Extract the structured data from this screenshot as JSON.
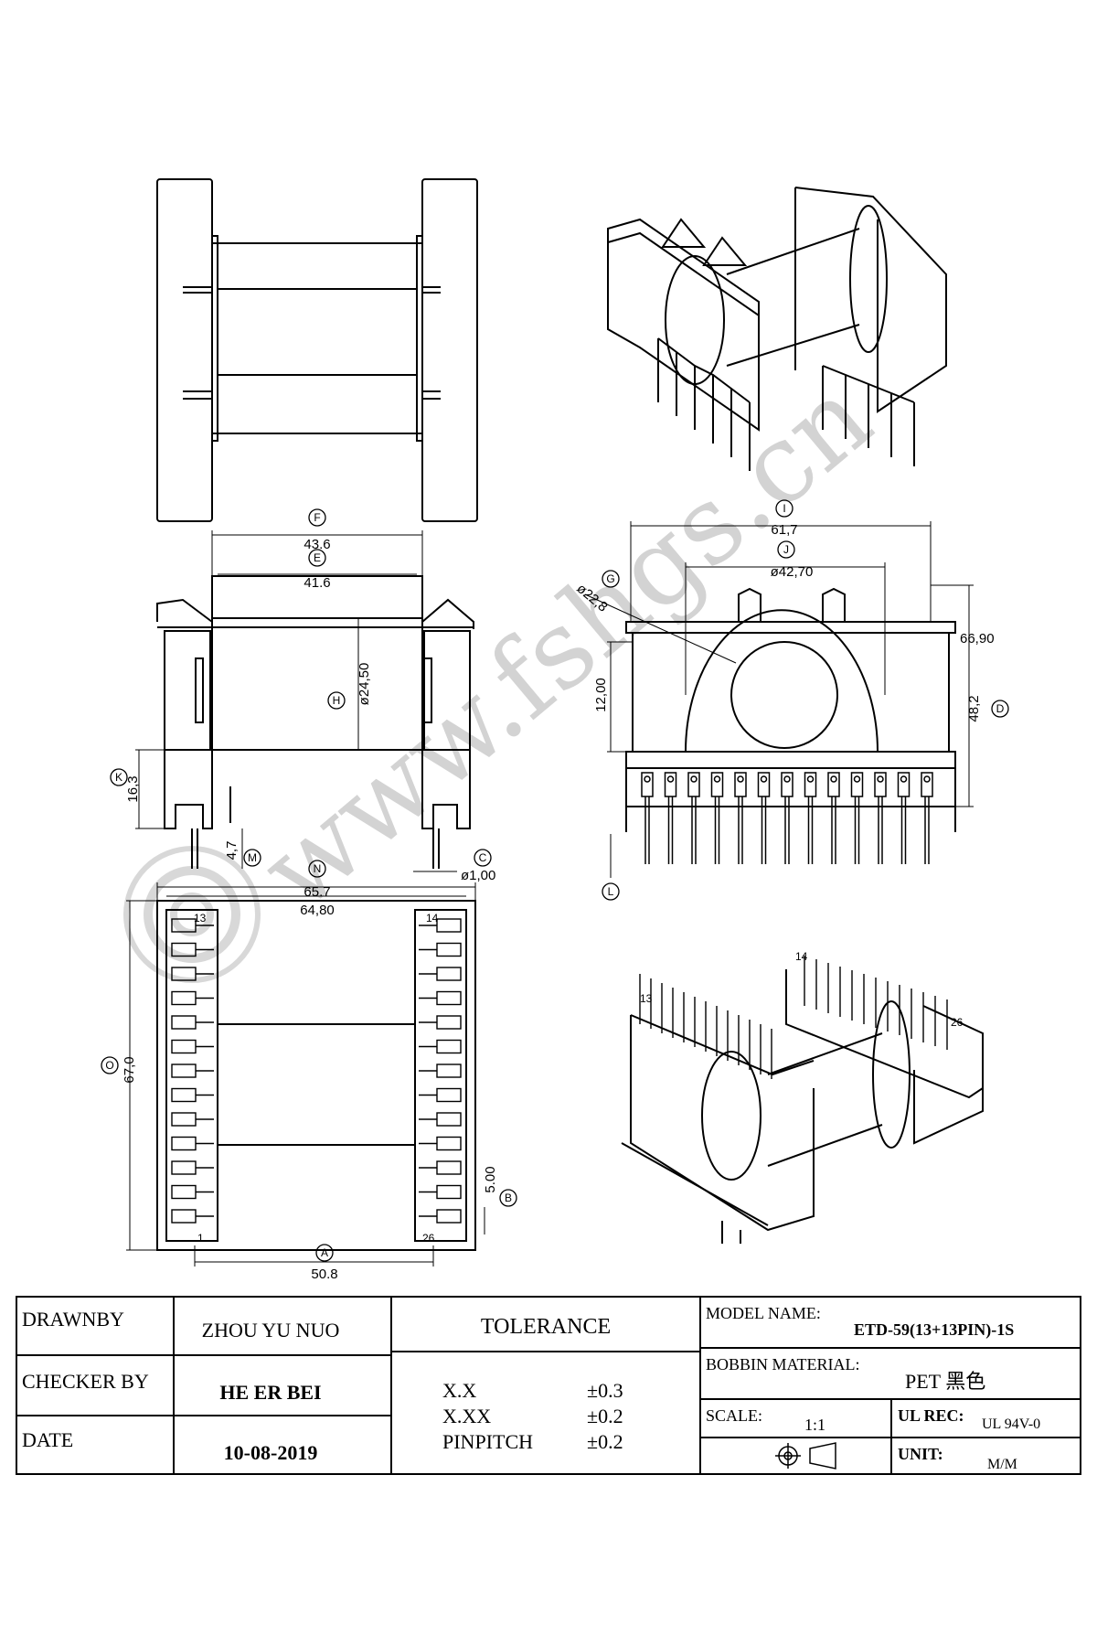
{
  "watermark": "www.fshgs.cn",
  "dimensions": {
    "F": {
      "letter": "F",
      "value": "43.6"
    },
    "E": {
      "letter": "E",
      "value": "41.6"
    },
    "H": {
      "letter": "H",
      "value": "ø24,50"
    },
    "K": {
      "letter": "K",
      "value": "16,3"
    },
    "M": {
      "letter": "M",
      "value": "4,7"
    },
    "C": {
      "letter": "C",
      "value": "ø1,00"
    },
    "I": {
      "letter": "I",
      "value": "61,7"
    },
    "J": {
      "letter": "J",
      "value": "ø42,70"
    },
    "G": {
      "letter": "G",
      "value": "ø22,8"
    },
    "height_a": "66,90",
    "D": {
      "letter": "D",
      "value": "48,2"
    },
    "window": "12,00",
    "L": {
      "letter": "L"
    },
    "N": {
      "letter": "N",
      "value": "65.7"
    },
    "inner_width": "64,80",
    "O": {
      "letter": "O",
      "value": "67,0"
    },
    "B": {
      "letter": "B",
      "value": "5.00"
    },
    "A": {
      "letter": "A",
      "value": "50.8"
    }
  },
  "pin_labels": {
    "p13": "13",
    "p14": "14",
    "p1": "1",
    "p26": "26"
  },
  "iso_pin_labels": {
    "p13": "13",
    "p14": "14",
    "p26": "26"
  },
  "title_block": {
    "drawn_by_label": "DRAWNBY",
    "drawn_by_value": "ZHOU YU NUO",
    "checker_label": "CHECKER BY",
    "checker_value": "HE ER BEI",
    "date_label": "DATE",
    "date_value": "10-08-2019",
    "tolerance_label": "TOLERANCE",
    "tol_rows": [
      {
        "name": "X.X",
        "value": "±0.3"
      },
      {
        "name": "X.XX",
        "value": "±0.2"
      },
      {
        "name": "PINPITCH",
        "value": "±0.2"
      }
    ],
    "model_label": "MODEL NAME:",
    "model_value": "ETD-59(13+13PIN)-1S",
    "material_label": "BOBBIN MATERIAL:",
    "material_value": "PET 黑色",
    "scale_label": "SCALE:",
    "scale_value": "1:1",
    "ul_label": "UL REC:",
    "ul_value": "UL 94V-0",
    "unit_label": "UNIT:",
    "unit_value": "M/M"
  }
}
